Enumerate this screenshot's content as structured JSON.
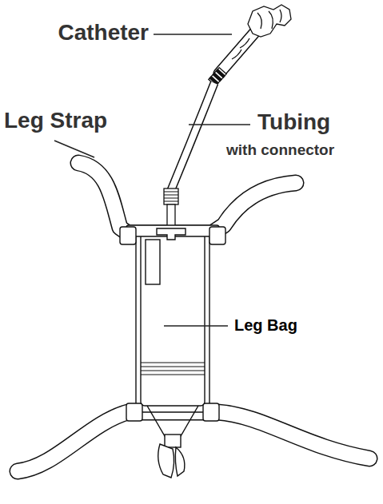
{
  "diagram": {
    "labels": [
      "Catheter",
      "Leg Strap",
      "Tubing",
      "with connector",
      "Leg Bag"
    ]
  }
}
